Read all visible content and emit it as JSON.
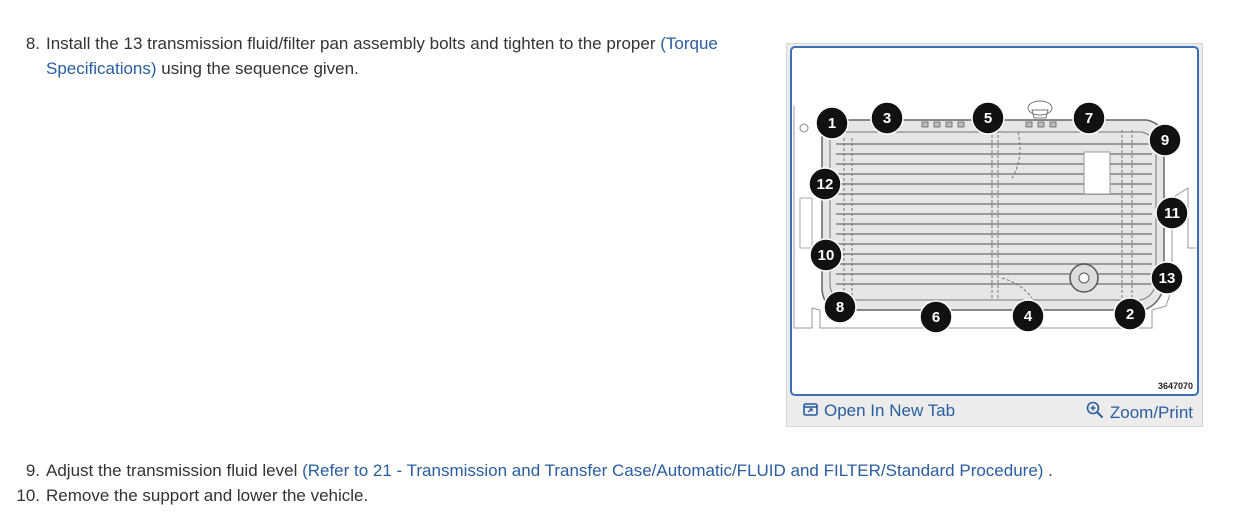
{
  "steps": [
    {
      "number": "8.",
      "text_before": "Install the 13 transmission fluid/filter pan assembly bolts and tighten to the proper ",
      "link": "(Torque Specifications)",
      "text_after": " using the sequence given."
    },
    {
      "number": "9.",
      "text_before": "Adjust the transmission fluid level ",
      "link": "(Refer to 21 - Transmission and Transfer Case/Automatic/FLUID and FILTER/Standard Procedure)",
      "text_after": " ."
    },
    {
      "number": "10.",
      "text_before": "Remove the support and lower the vehicle.",
      "link": "",
      "text_after": ""
    }
  ],
  "figure": {
    "id_label": "3647070",
    "bolt_labels": [
      "1",
      "2",
      "3",
      "4",
      "5",
      "6",
      "7",
      "8",
      "9",
      "10",
      "11",
      "12",
      "13"
    ],
    "open_tab_label": "Open In New Tab",
    "zoom_print_label": "Zoom/Print",
    "open_tab_icon": "open-new-tab-icon",
    "zoom_icon": "zoom-in-icon"
  },
  "colors": {
    "link": "#2a5d9f",
    "frame_border": "#3d6fb5",
    "callout_fill": "#111111"
  }
}
